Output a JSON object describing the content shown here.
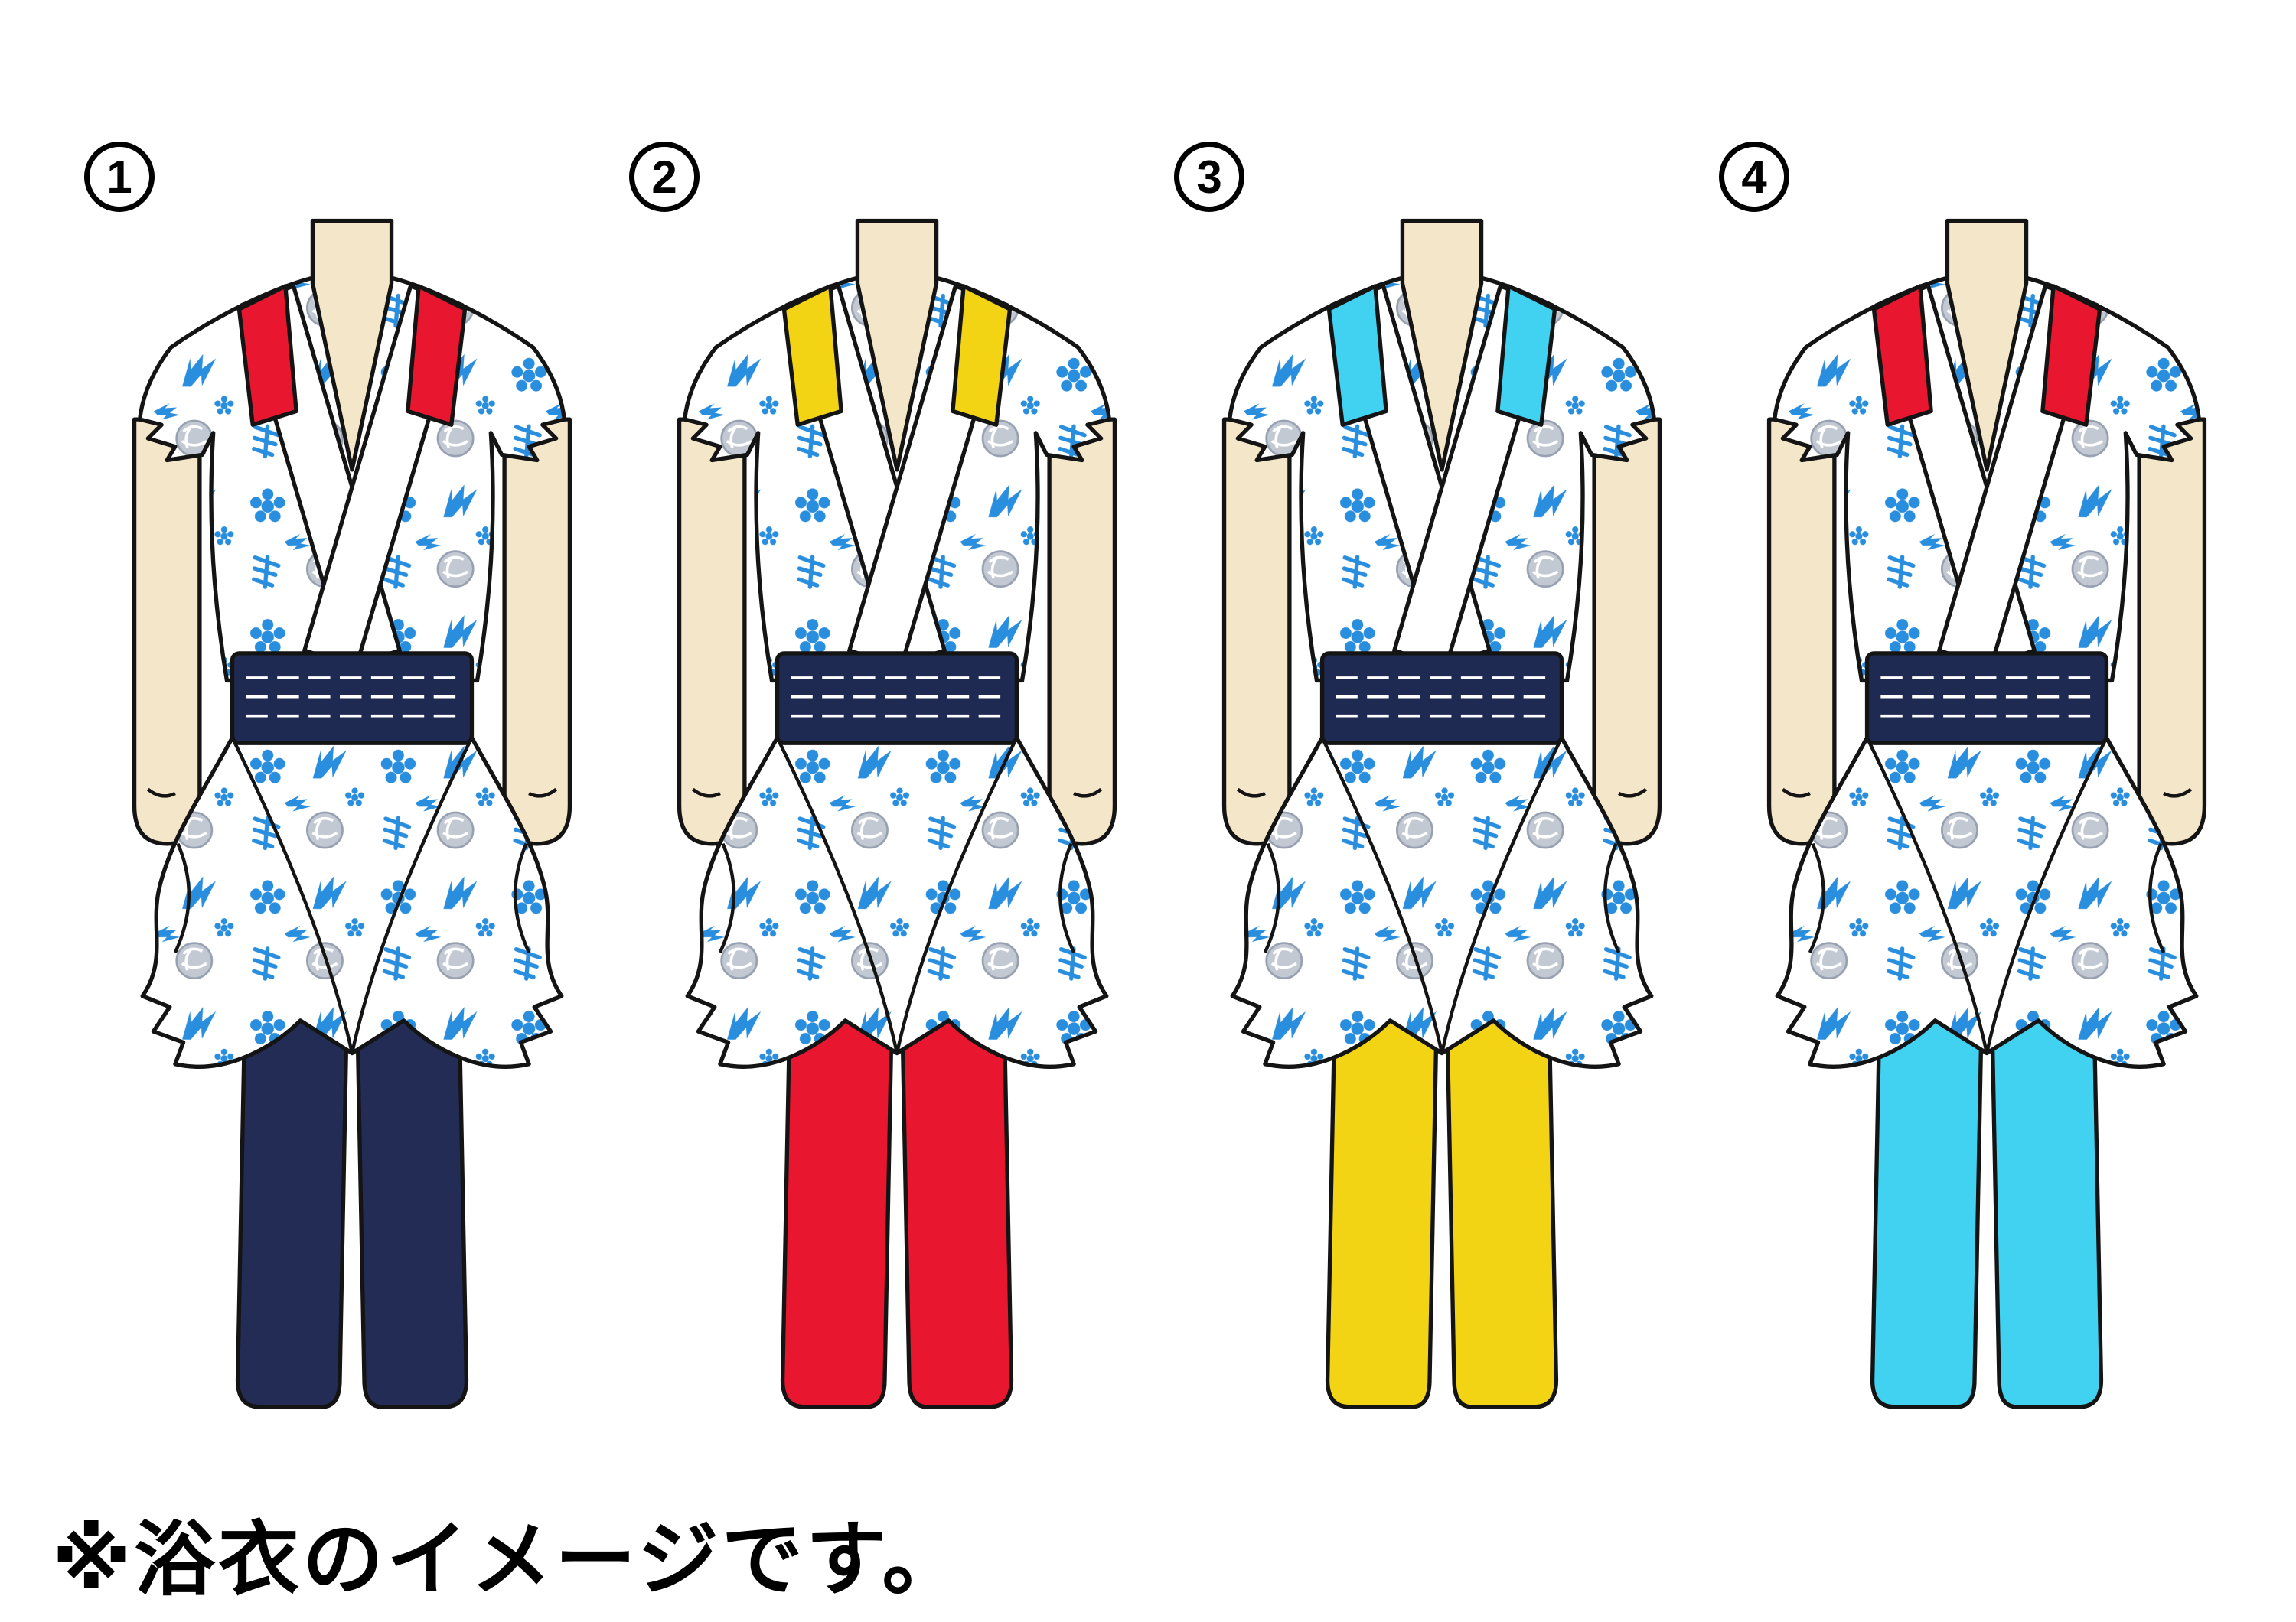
{
  "page": {
    "caption": "※浴衣のイメージです。"
  },
  "variants": [
    {
      "label": "1",
      "strap_color": "#e8162f",
      "pants_color": "#232c54"
    },
    {
      "label": "2",
      "strap_color": "#f3d414",
      "pants_color": "#e8162f"
    },
    {
      "label": "3",
      "strap_color": "#41d2f2",
      "pants_color": "#f3d414"
    },
    {
      "label": "4",
      "strap_color": "#e8162f",
      "pants_color": "#41d2f2"
    }
  ],
  "colors": {
    "skin": "#f4e6c9",
    "outline": "#141414",
    "obi": "#1e2a52",
    "pattern_blue": "#2a8ede",
    "pattern_silver": "#c3c9d3",
    "garment_white": "#ffffff"
  }
}
